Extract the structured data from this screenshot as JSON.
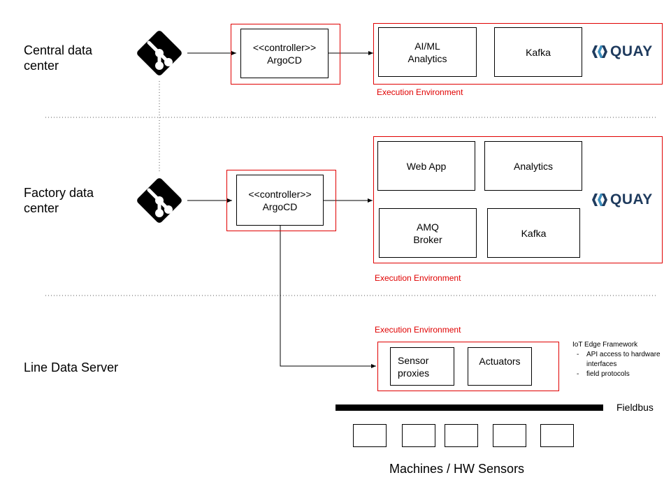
{
  "tiers": {
    "central": "Central data\ncenter",
    "factory": "Factory data\ncenter",
    "line": "Line Data Server"
  },
  "controllers": {
    "central": "<<controller>>\nArgoCD",
    "factory": "<<controller>>\nArgoCD"
  },
  "central_env": {
    "components": [
      "AI/ML\nAnalytics",
      "Kafka"
    ],
    "label": "Execution Environment",
    "registry": "QUAY"
  },
  "factory_env": {
    "components": [
      "Web App",
      "Analytics",
      "AMQ\nBroker",
      "Kafka"
    ],
    "label": "Execution Environment",
    "registry": "QUAY"
  },
  "line_env": {
    "label": "Execution Environment",
    "components": [
      "Sensor\nproxies",
      "Actuators"
    ]
  },
  "iot": {
    "title": "IoT Edge Framework",
    "items": [
      "API access to hardware interfaces",
      "field protocols"
    ]
  },
  "fieldbus": "Fieldbus",
  "machines": {
    "label": "Machines / HW Sensors",
    "count": 5
  },
  "icons": {
    "git": "git-icon",
    "quay_logo": "quay-logo-icon"
  },
  "colors": {
    "env_border": "#e00000",
    "quay": "#1f3b5e"
  }
}
